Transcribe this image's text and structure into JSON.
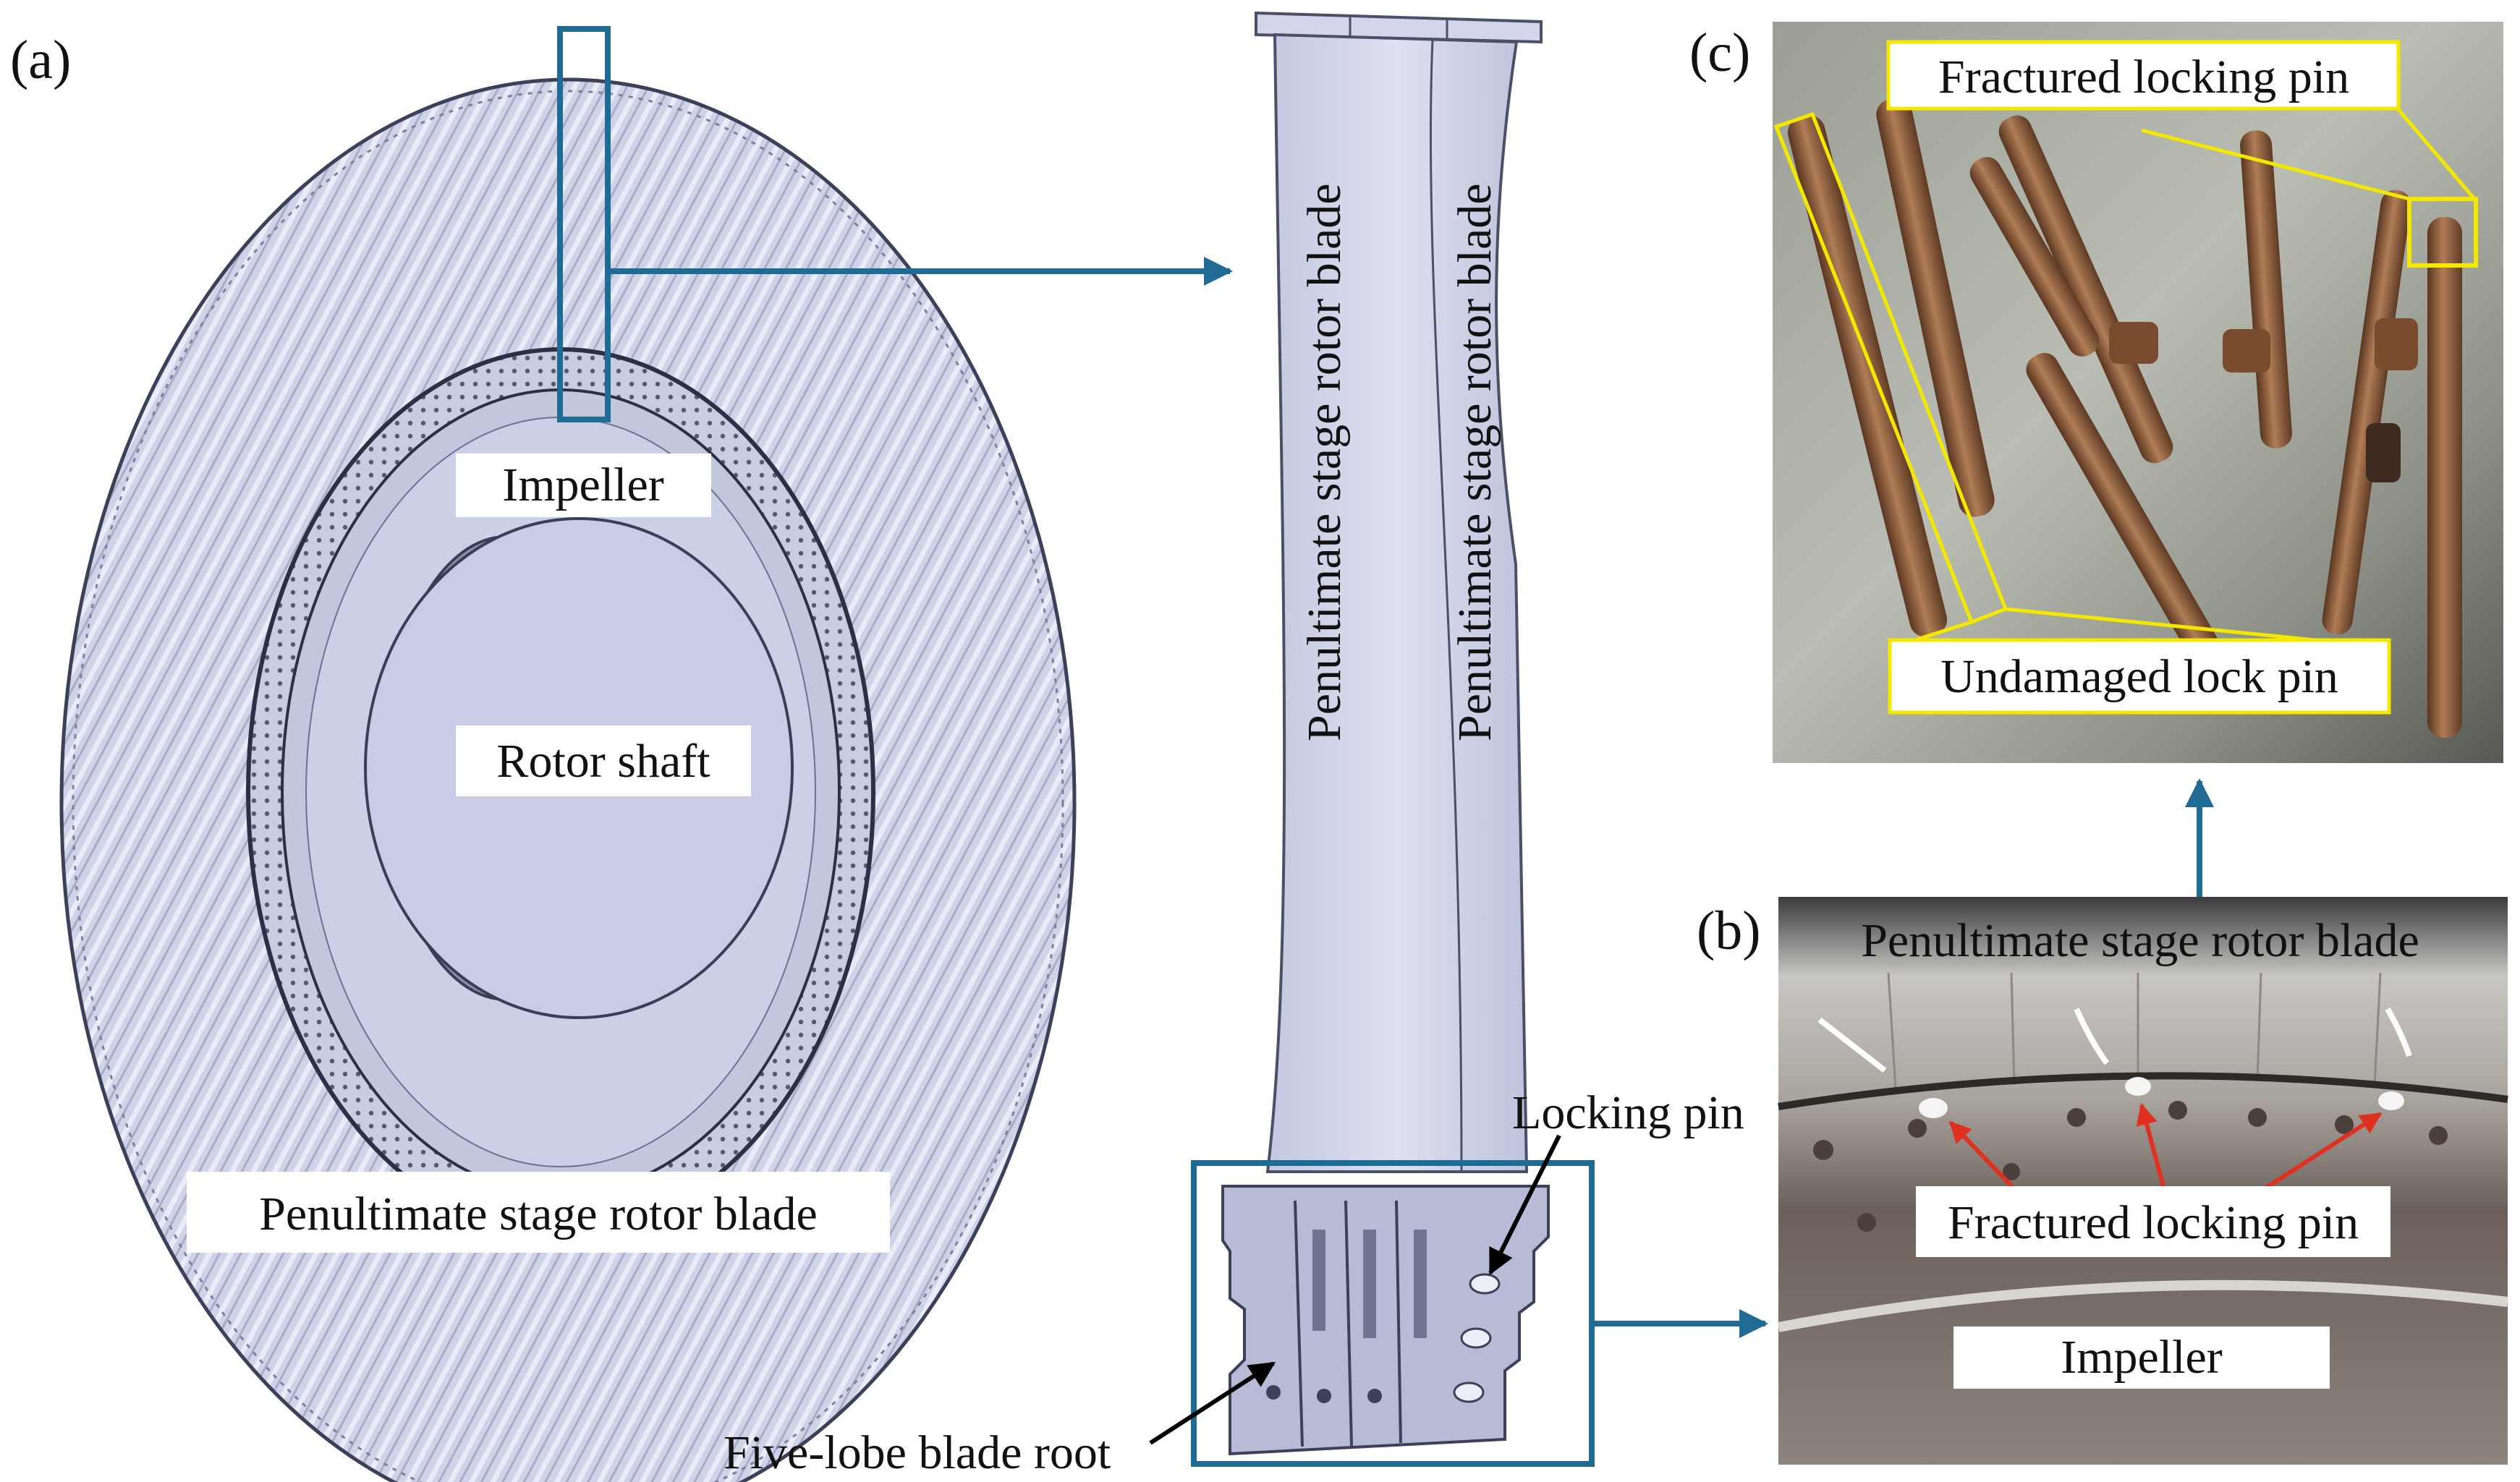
{
  "panels": {
    "a": {
      "letter": "(a)",
      "impeller": "Impeller",
      "rotor_shaft": "Rotor shaft",
      "rotor_blade": "Penultimate stage rotor blade"
    },
    "blade": {
      "blade_label_left": "Penultimate stage rotor blade",
      "blade_label_right": "Penultimate stage rotor blade",
      "locking_pin": "Locking pin",
      "blade_root": "Five-lobe blade root"
    },
    "b": {
      "letter": "(b)",
      "rotor_blade": "Penultimate stage rotor blade",
      "fractured_pin": "Fractured locking pin",
      "impeller": "Impeller"
    },
    "c": {
      "letter": "(c)",
      "fractured_pin": "Fractured locking pin",
      "undamaged_pin": "Undamaged lock pin"
    }
  },
  "colors": {
    "callout_blue": "#1f6b94",
    "highlight_yellow": "#f4e800",
    "metal_light": "#d8dced",
    "metal_mid": "#b3b8d4",
    "metal_dark": "#6f7490",
    "pin_bronze": "#8a5a3a"
  }
}
